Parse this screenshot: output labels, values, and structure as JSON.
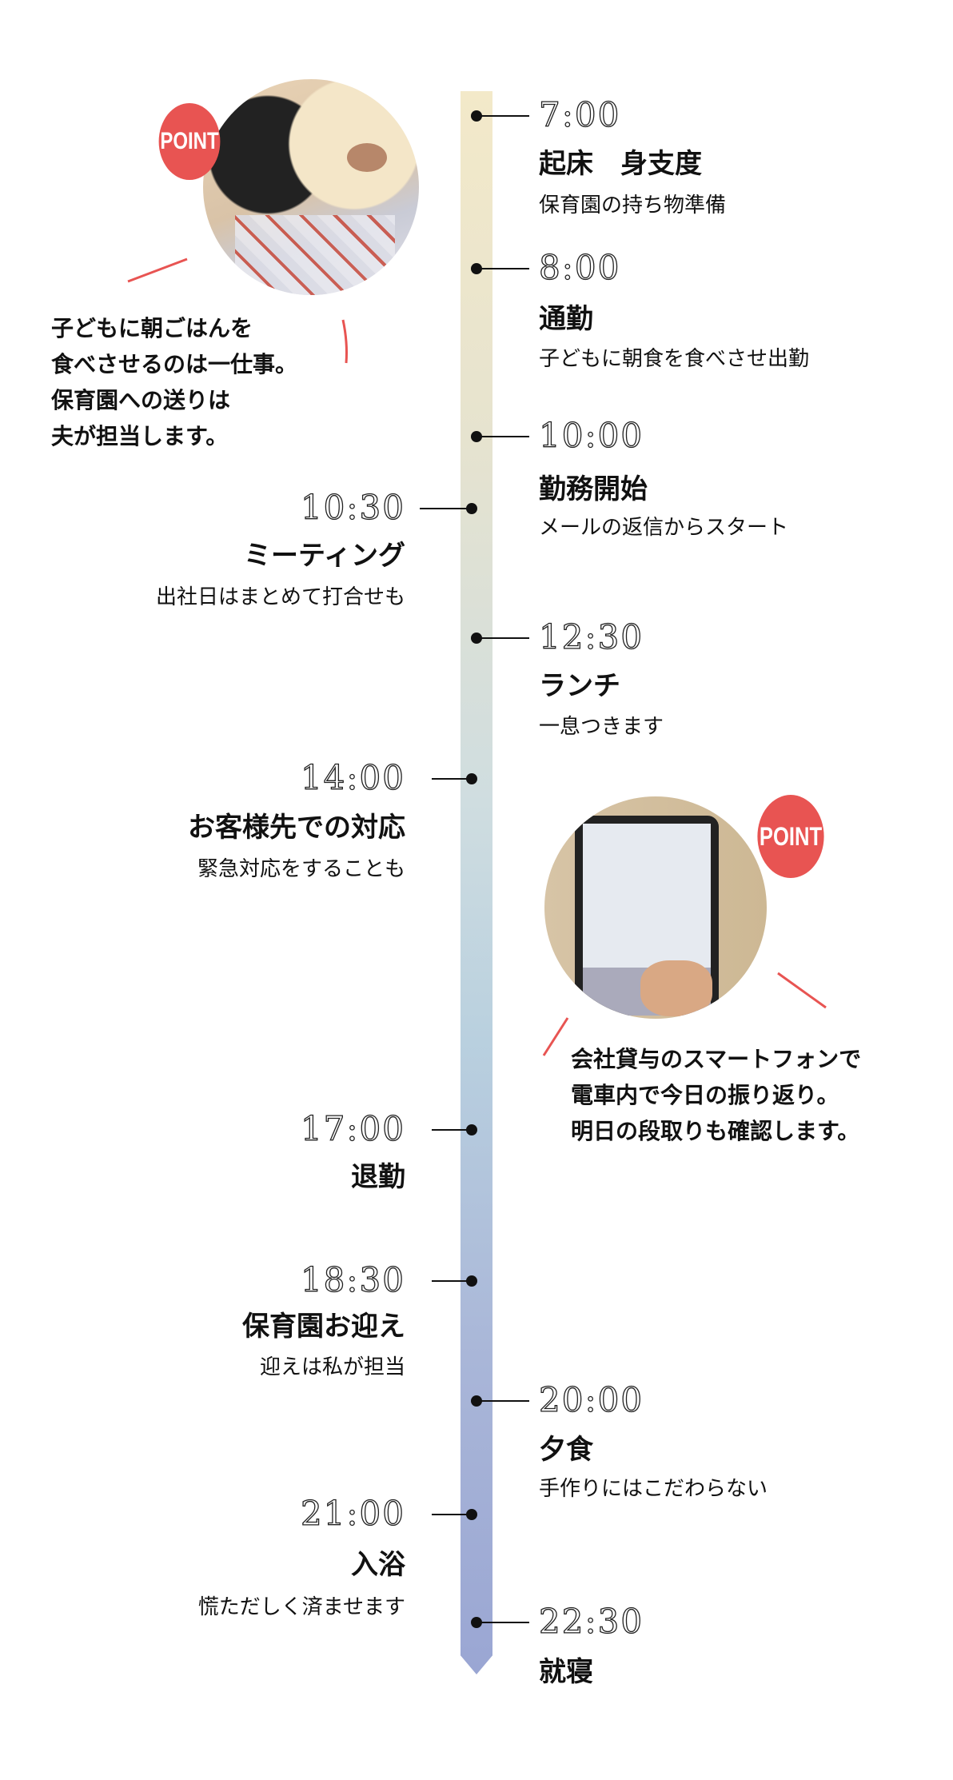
{
  "colors": {
    "accent": "#e85452",
    "timeline_top": "#f3e9c9",
    "timeline_bottom": "#9aa6d3"
  },
  "schedule": [
    {
      "time": "7:00",
      "title": "起床　身支度",
      "sub": "保育園の持ち物準備",
      "side": "right"
    },
    {
      "time": "8:00",
      "title": "通勤",
      "sub": "子どもに朝食を食べさせ出勤",
      "side": "right"
    },
    {
      "time": "10:00",
      "title": "勤務開始",
      "sub": "メールの返信からスタート",
      "side": "right"
    },
    {
      "time": "10:30",
      "title": "ミーティング",
      "sub": "出社日はまとめて打合せも",
      "side": "left"
    },
    {
      "time": "12:30",
      "title": "ランチ",
      "sub": "一息つきます",
      "side": "right"
    },
    {
      "time": "14:00",
      "title": "お客様先での対応",
      "sub": "緊急対応をすることも",
      "side": "left"
    },
    {
      "time": "17:00",
      "title": "退勤",
      "side": "left"
    },
    {
      "time": "18:30",
      "title": "保育園お迎え",
      "sub": "迎えは私が担当",
      "side": "left"
    },
    {
      "time": "20:00",
      "title": "夕食",
      "sub": "手作りにはこだわらない",
      "side": "right"
    },
    {
      "time": "21:00",
      "title": "入浴",
      "sub": "慌ただしく済ませます",
      "side": "left"
    },
    {
      "time": "22:30",
      "title": "就寝",
      "side": "right"
    }
  ],
  "points": [
    {
      "badge": "POINT",
      "photo": "child-eating-breakfast-photo",
      "caption": [
        "子どもに朝ごはんを",
        "食べさせるのは一仕事。",
        "保育園への送りは",
        "夫が担当します。"
      ]
    },
    {
      "badge": "POINT",
      "photo": "smartphone-calendar-photo",
      "caption": [
        "会社貸与のスマートフォンで",
        "電車内で今日の振り返り。",
        "明日の段取りも確認します。"
      ]
    }
  ]
}
